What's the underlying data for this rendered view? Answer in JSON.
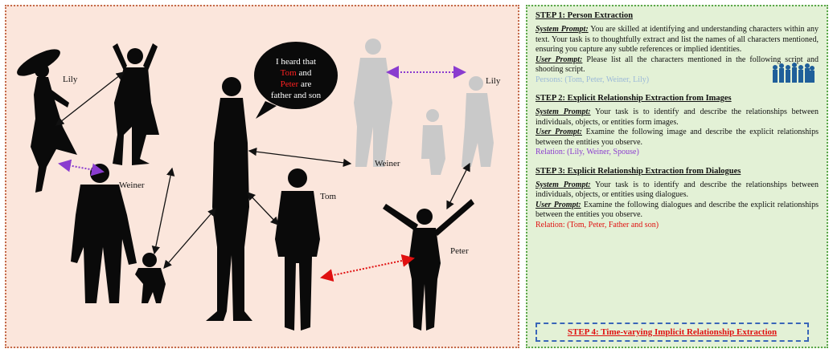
{
  "scene": {
    "labels": {
      "lily_left": "Lily",
      "lily_right": "Lily",
      "weiner_left": "Weiner",
      "weiner_right": "Weiner",
      "tom": "Tom",
      "peter": "Peter"
    },
    "speech": {
      "line1": "I heard that",
      "tom": "Tom",
      "and": " and",
      "peter": "Peter",
      "are": " are",
      "line4": "father and son"
    },
    "colors": {
      "silhouette": "#0a0a0a",
      "faded": "#c9c9c9",
      "spouse_link": "#8a3ccf",
      "father_son_link": "#e01010",
      "left_bg": "#fbe6dc",
      "right_bg": "#e3f1d6"
    }
  },
  "steps": {
    "step1": {
      "title": "STEP 1: Person Extraction",
      "system_label": "System Prompt:",
      "system_text": " You are skilled at identifying and understanding characters within any text. Your task is to thoughtfully extract and list the names of all characters mentioned, ensuring you capture any subtle references or implied identities.",
      "user_label": "User Prompt:",
      "user_text": " Please list all the characters mentioned in the following script and shooting script.",
      "result": "Persons: (Tom, Peter, Weiner, Lily)",
      "result_color": "#9ab8d8",
      "icon": "crowd-icon"
    },
    "step2": {
      "title": "STEP 2: Explicit Relationship Extraction from Images",
      "system_label": "System Prompt:",
      "system_text": " Your task is to identify and describe the relationships between individuals, objects, or entities form images.",
      "user_label": "User Prompt:",
      "user_text": " Examine the following image and describe the explicit relationships between the entities you observe.",
      "result": "Relation: (Lily, Weiner, Spouse)",
      "result_color": "#8a3ccf"
    },
    "step3": {
      "title": "STEP 3: Explicit Relationship Extraction from Dialogues",
      "system_label": "System Prompt:",
      "system_text": " Your task is to identify and describe the relationships between individuals, objects, or entities using dialogues.",
      "user_label": "User Prompt:",
      "user_text": " Examine the following dialogues and describe the explicit relationships between the entities you observe.",
      "result": "Relation: (Tom, Peter, Father and son)",
      "result_color": "#e01010"
    },
    "step4": {
      "title": "STEP 4: Time-varying Implicit Relationship Extraction"
    }
  }
}
